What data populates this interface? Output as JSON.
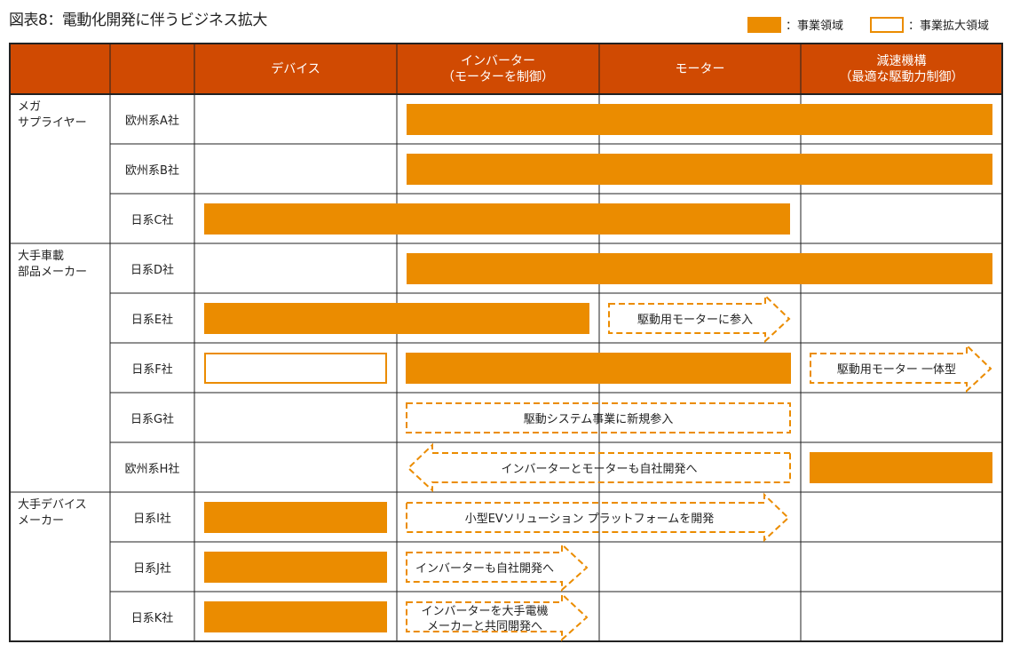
{
  "title": "図表8：電動化開発に伴うビジネス拡大",
  "legend": {
    "solid": "：事業領域",
    "outline": "：事業拡大領域"
  },
  "colors": {
    "header": "#D04A02",
    "bar": "#EB8C00",
    "border": "#222222"
  },
  "header": {
    "device": "デバイス",
    "inverter1": "インバーター",
    "inverter2": "（モーターを制御）",
    "motor": "モーター",
    "reducer1": "減速機構",
    "reducer2": "（最適な駆動力制御）"
  },
  "groups": [
    {
      "line1": "メガ",
      "line2": "サプライヤー"
    },
    {
      "line1": "大手車載",
      "line2": "部品メーカー"
    },
    {
      "line1": "大手デバイス",
      "line2": "メーカー"
    }
  ],
  "companies": [
    "欧州系A社",
    "欧州系B社",
    "日系C社",
    "日系D社",
    "日系E社",
    "日系F社",
    "日系G社",
    "欧州系H社",
    "日系I社",
    "日系J社",
    "日系K社"
  ],
  "arrows": {
    "e": "駆動用モーターに参入",
    "f": "駆動用モーター 一体型",
    "g": "駆動システム事業に新規参入",
    "h": "インバーターとモーターも自社開発へ",
    "i": "小型EVソリューション プラットフォームを開発",
    "j": "インバーターも自社開発へ",
    "k1": "インバーターを大手電機",
    "k2": "メーカーと共同開発へ"
  }
}
